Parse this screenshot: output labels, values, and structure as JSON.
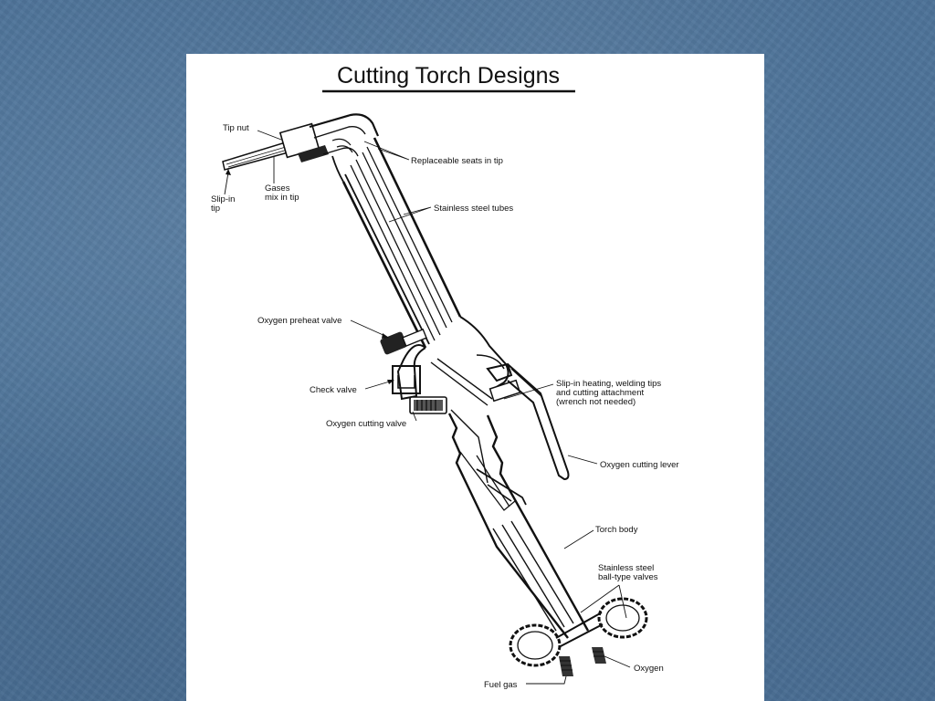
{
  "slide": {
    "background_color": "#4e7399",
    "panel_color": "#ffffff"
  },
  "figure": {
    "title": "Cutting Torch Designs",
    "labels": {
      "tip_nut": "Tip nut",
      "replaceable_seats": "Replaceable seats in tip",
      "gases_mix_line1": "Gases",
      "gases_mix_line2": "mix in tip",
      "slip_in_tip_line1": "Slip-in",
      "slip_in_tip_line2": "tip",
      "stainless_tubes": "Stainless steel tubes",
      "oxygen_preheat_valve": "Oxygen preheat valve",
      "check_valve": "Check valve",
      "slip_in_heating_line1": "Slip-in heating, welding tips",
      "slip_in_heating_line2": "and cutting attachment",
      "slip_in_heating_line3": "(wrench not needed)",
      "oxygen_cutting_valve": "Oxygen cutting valve",
      "oxygen_cutting_lever": "Oxygen cutting lever",
      "torch_body": "Torch body",
      "ball_valves_line1": "Stainless steel",
      "ball_valves_line2": "ball-type valves",
      "oxygen": "Oxygen",
      "fuel_gas": "Fuel gas"
    }
  }
}
